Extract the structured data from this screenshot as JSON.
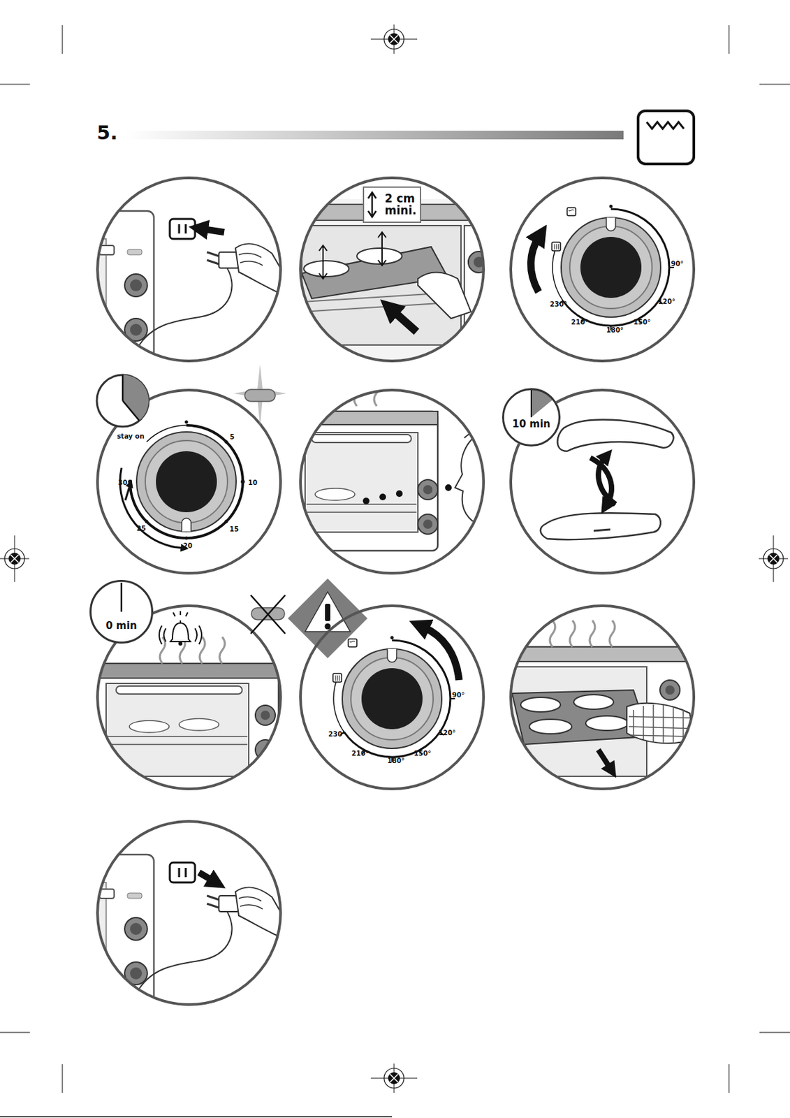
{
  "diagram": {
    "title": "5.",
    "nodes": [
      {
        "text": [
          "2 cm mini."
        ]
      },
      {
        "text": [
          "10 min"
        ]
      },
      {
        "text": [
          "0 min"
        ]
      }
    ],
    "labels": [
      "90°",
      "120°",
      "150°",
      "180°",
      "210°",
      "230°",
      "stay on",
      "5",
      "10",
      "15",
      "20",
      "25",
      "30",
      "90°",
      "120°",
      "150°",
      "180°",
      "210°",
      "230°"
    ]
  }
}
